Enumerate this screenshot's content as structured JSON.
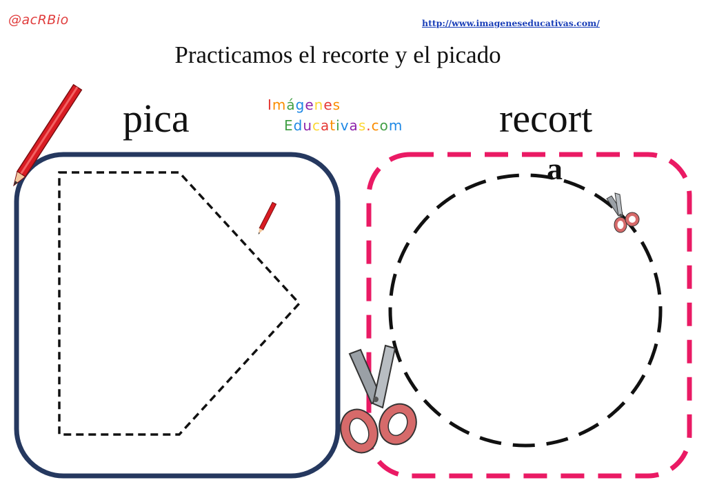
{
  "brand": "@acRBio",
  "url": "http://www.imageneseducativas.com/",
  "title": "Practicamos el recorte y el picado",
  "left_panel": {
    "word": "pica"
  },
  "right_panel": {
    "word": "recort",
    "extra_letter": "a"
  },
  "logo": {
    "line1": "Imágenes",
    "line2": "Educativas.com"
  },
  "colors": {
    "left_border": "#25385f",
    "right_border": "#ea1a64",
    "pencil": "#d91c23",
    "scissors_handle": "#d66a6a",
    "logo_palette": [
      "#e53935",
      "#fb8c00",
      "#43a047",
      "#1e88e5",
      "#8e24aa",
      "#fdd835"
    ]
  },
  "icons": [
    "pencil-icon",
    "small-pencil-icon",
    "scissors-icon",
    "small-scissors-icon"
  ]
}
